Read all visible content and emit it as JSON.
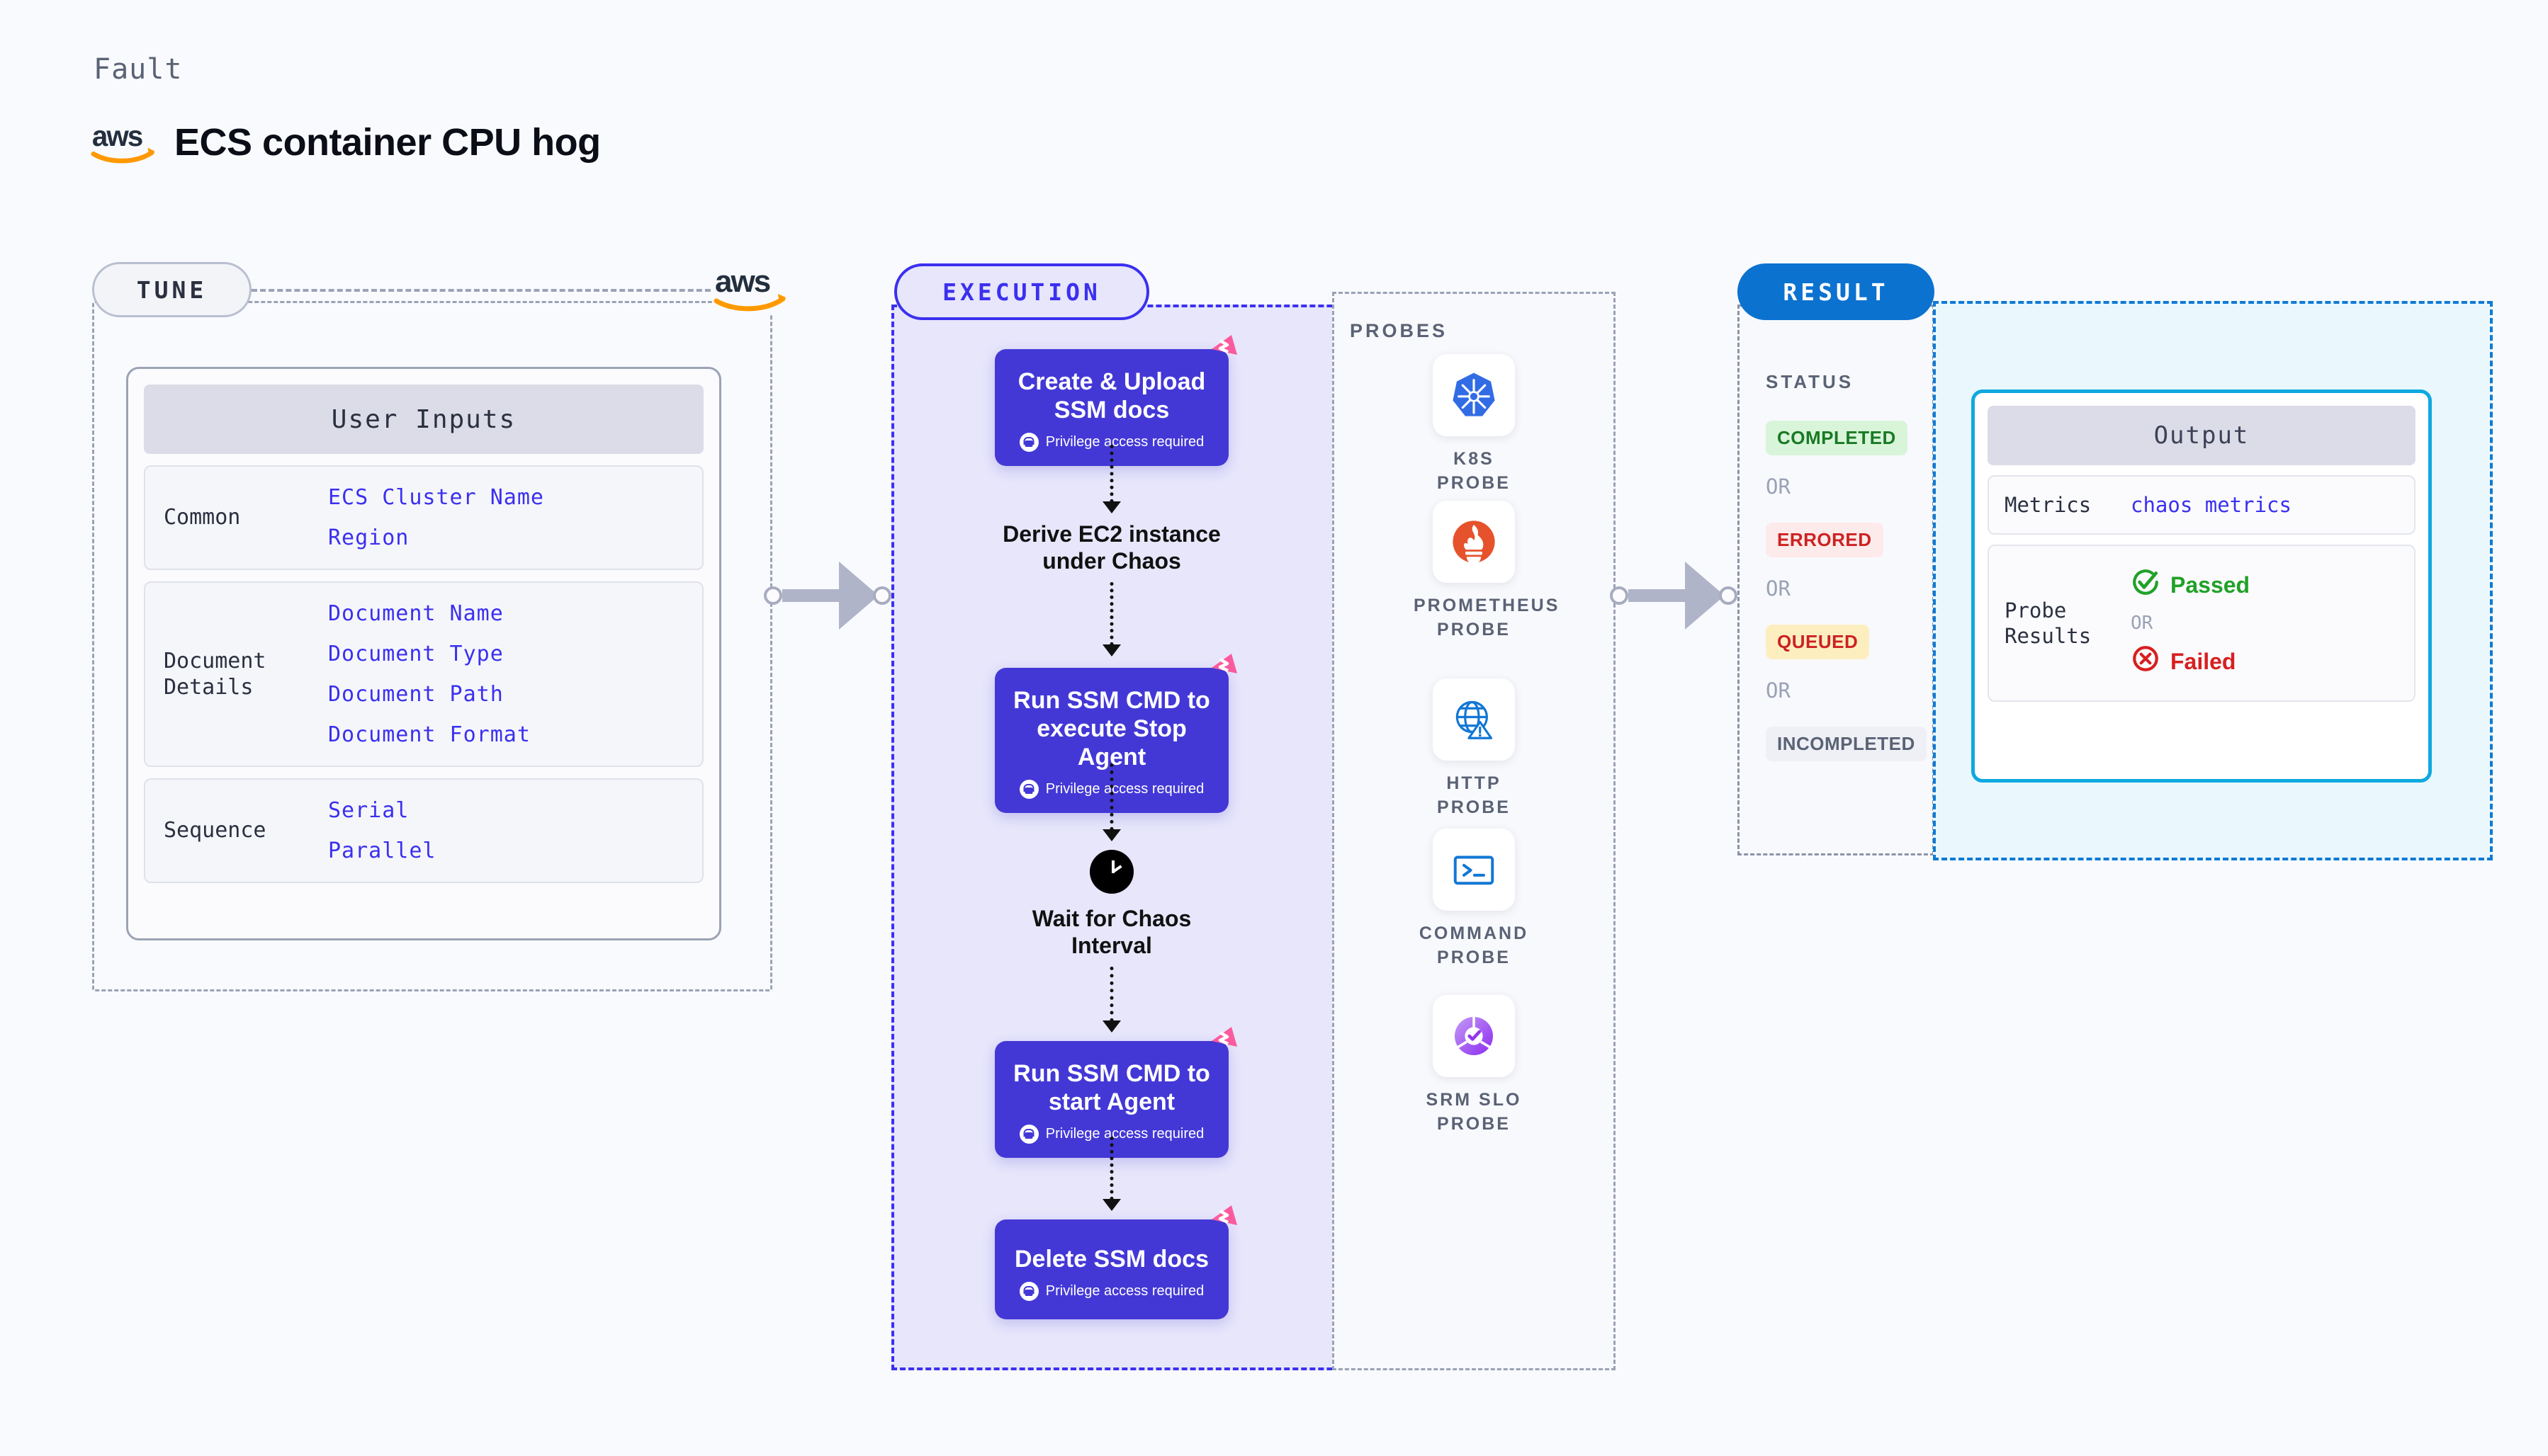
{
  "header": {
    "eyebrow": "Fault",
    "title": "ECS container CPU hog",
    "logo_icon": "aws-logo"
  },
  "tune": {
    "pill_label": "TUNE",
    "logo_icon": "aws-logo",
    "card_title": "User Inputs",
    "groups": [
      {
        "label": "Common",
        "values": [
          "ECS Cluster Name",
          "Region"
        ]
      },
      {
        "label": "Document\nDetails",
        "values": [
          "Document Name",
          "Document Type",
          "Document Path",
          "Document Format"
        ]
      },
      {
        "label": "Sequence",
        "values": [
          "Serial",
          "Parallel"
        ]
      }
    ]
  },
  "execution": {
    "pill_label": "EXECUTION",
    "privilege_note": "Privilege access required",
    "steps": [
      {
        "type": "node",
        "title": "Create & Upload\nSSM docs",
        "privileged": true
      },
      {
        "type": "plain",
        "title": "Derive EC2 instance\nunder Chaos"
      },
      {
        "type": "node",
        "title": "Run SSM CMD to\nexecute Stop Agent",
        "privileged": true
      },
      {
        "type": "clock",
        "title": "Wait for Chaos\nInterval"
      },
      {
        "type": "node",
        "title": "Run SSM CMD to\nstart Agent",
        "privileged": true
      },
      {
        "type": "node",
        "title": "Delete SSM docs",
        "privileged": true
      }
    ]
  },
  "probes": {
    "section_label": "PROBES",
    "items": [
      {
        "label": "K8S PROBE",
        "icon": "kubernetes-icon"
      },
      {
        "label": "PROMETHEUS\nPROBE",
        "icon": "prometheus-icon"
      },
      {
        "label": "HTTP PROBE",
        "icon": "http-globe-icon"
      },
      {
        "label": "COMMAND\nPROBE",
        "icon": "terminal-icon"
      },
      {
        "label": "SRM SLO\nPROBE",
        "icon": "srm-slo-icon"
      }
    ]
  },
  "result": {
    "pill_label": "RESULT",
    "status_label": "STATUS",
    "or_label": "OR",
    "statuses": [
      {
        "label": "COMPLETED",
        "bg": "#d8f5da",
        "fg": "#1a7a24"
      },
      {
        "label": "ERRORED",
        "bg": "#fdeaea",
        "fg": "#cc2222"
      },
      {
        "label": "QUEUED",
        "bg": "#fdeec0",
        "fg": "#cc2222"
      },
      {
        "label": "INCOMPLETED",
        "bg": "#eef0f5",
        "fg": "#5a6275"
      }
    ],
    "output": {
      "title": "Output",
      "metrics_label": "Metrics",
      "metrics_value": "chaos metrics",
      "probe_results_label": "Probe\nResults",
      "passed_label": "Passed",
      "failed_label": "Failed",
      "or_label": "OR",
      "passed_color": "#21a127",
      "failed_color": "#d81f1f"
    }
  },
  "colors": {
    "background": "#f9fafe",
    "execution_accent": "#3b30ef",
    "node_fill": "#4338d6",
    "result_accent": "#0b72d0",
    "output_accent": "#0fa8e0",
    "flag_pink": "#fa5b9e",
    "tune_border": "#9aa2b5"
  }
}
